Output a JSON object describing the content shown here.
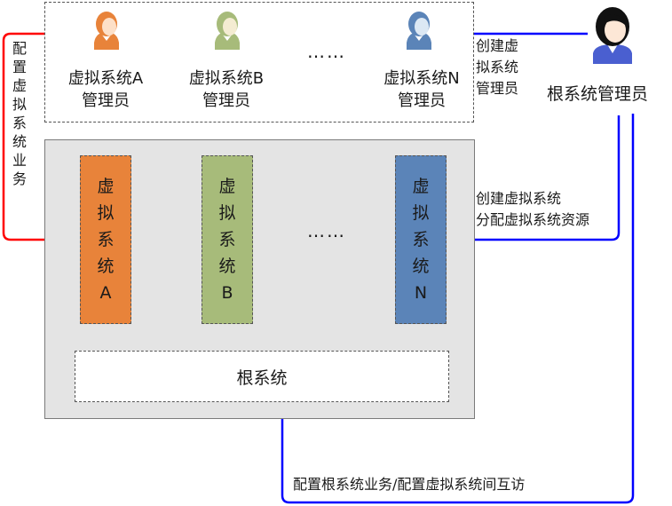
{
  "admins": [
    {
      "label_line1": "虚拟系统A",
      "label_line2": "管理员",
      "color": "#e8833a"
    },
    {
      "label_line1": "虚拟系统B",
      "label_line2": "管理员",
      "color": "#a7bb7a"
    },
    {
      "label_line1": "虚拟系统N",
      "label_line2": "管理员",
      "color": "#5b84b8"
    }
  ],
  "ellipsis": "……",
  "root_admin": {
    "label": "根系统管理员"
  },
  "virtual_systems": [
    {
      "chars": [
        "虚",
        "拟",
        "系",
        "统",
        "A"
      ],
      "color": "#e8833a"
    },
    {
      "chars": [
        "虚",
        "拟",
        "系",
        "统",
        "B"
      ],
      "color": "#a7bb7a"
    },
    {
      "chars": [
        "虚",
        "拟",
        "系",
        "统",
        "N"
      ],
      "color": "#5b84b8"
    }
  ],
  "root_system": {
    "label": "根系统"
  },
  "annotations": {
    "create_admin": [
      "创建虚",
      "拟系统",
      "管理员"
    ],
    "create_system": [
      "创建虚拟系统",
      "分配虚拟系统资源"
    ],
    "config_business": [
      "配",
      "置",
      "虚",
      "拟",
      "系",
      "统",
      "业",
      "务"
    ],
    "bottom": "配置根系统业务/配置虚拟系统间互访"
  },
  "colors": {
    "red_arrow": "#ff0000",
    "blue_arrow": "#0000ff",
    "panel": "#e4e4e4"
  }
}
